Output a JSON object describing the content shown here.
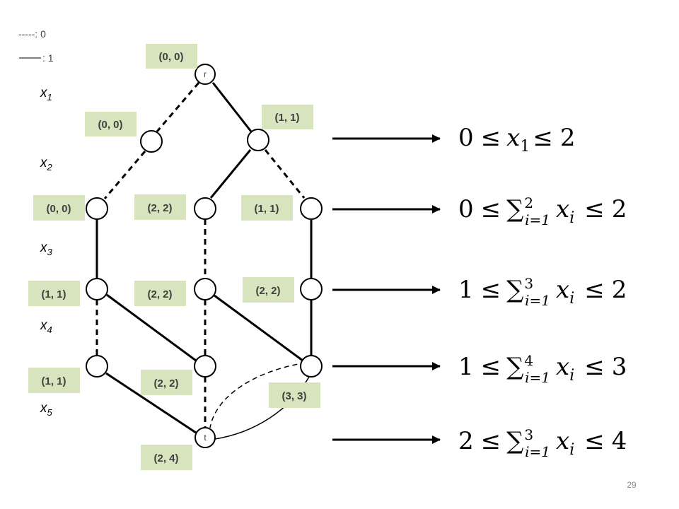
{
  "legend": {
    "dashed": "-----: 0",
    "solid": ": 1"
  },
  "variables": [
    {
      "base": "x",
      "sub": "1"
    },
    {
      "base": "x",
      "sub": "2"
    },
    {
      "base": "x",
      "sub": "3"
    },
    {
      "base": "x",
      "sub": "4"
    },
    {
      "base": "x",
      "sub": "5"
    }
  ],
  "nodes": {
    "root": "r",
    "terminal": "t"
  },
  "state_labels": {
    "root": "(0, 0)",
    "l1_left": "(0, 0)",
    "l1_right": "(1, 1)",
    "l2_a": "(0, 0)",
    "l2_b": "(2, 2)",
    "l2_c": "(1, 1)",
    "l3_a": "(1, 1)",
    "l3_b": "(2, 2)",
    "l3_c": "(2, 2)",
    "l4_a": "(1, 1)",
    "l4_b": "(2, 2)",
    "l4_c": "(3, 3)",
    "terminal": "(2, 4)"
  },
  "constraints": [
    {
      "lower": "0",
      "rel": "≤",
      "sum": "",
      "sup": "",
      "var": "x",
      "sub": "1",
      "upper": "2",
      "single": true
    },
    {
      "lower": "0",
      "rel": "≤",
      "sum": "∑",
      "sup": "2",
      "from": "i=1",
      "var": "x",
      "sub": "i",
      "upper": "2",
      "single": false
    },
    {
      "lower": "1",
      "rel": "≤",
      "sum": "∑",
      "sup": "3",
      "from": "i=1",
      "var": "x",
      "sub": "i",
      "upper": "2",
      "single": false
    },
    {
      "lower": "1",
      "rel": "≤",
      "sum": "∑",
      "sup": "4",
      "from": "i=1",
      "var": "x",
      "sub": "i",
      "upper": "3",
      "single": false
    },
    {
      "lower": "2",
      "rel": "≤",
      "sum": "∑",
      "sup": "3",
      "from": "i=1",
      "var": "x",
      "sub": "i",
      "upper": "4",
      "single": false
    }
  ],
  "page_number": "29",
  "colors": {
    "label_fill": "#d7e4bd",
    "edge": "#000000",
    "label_text": "#404040"
  }
}
